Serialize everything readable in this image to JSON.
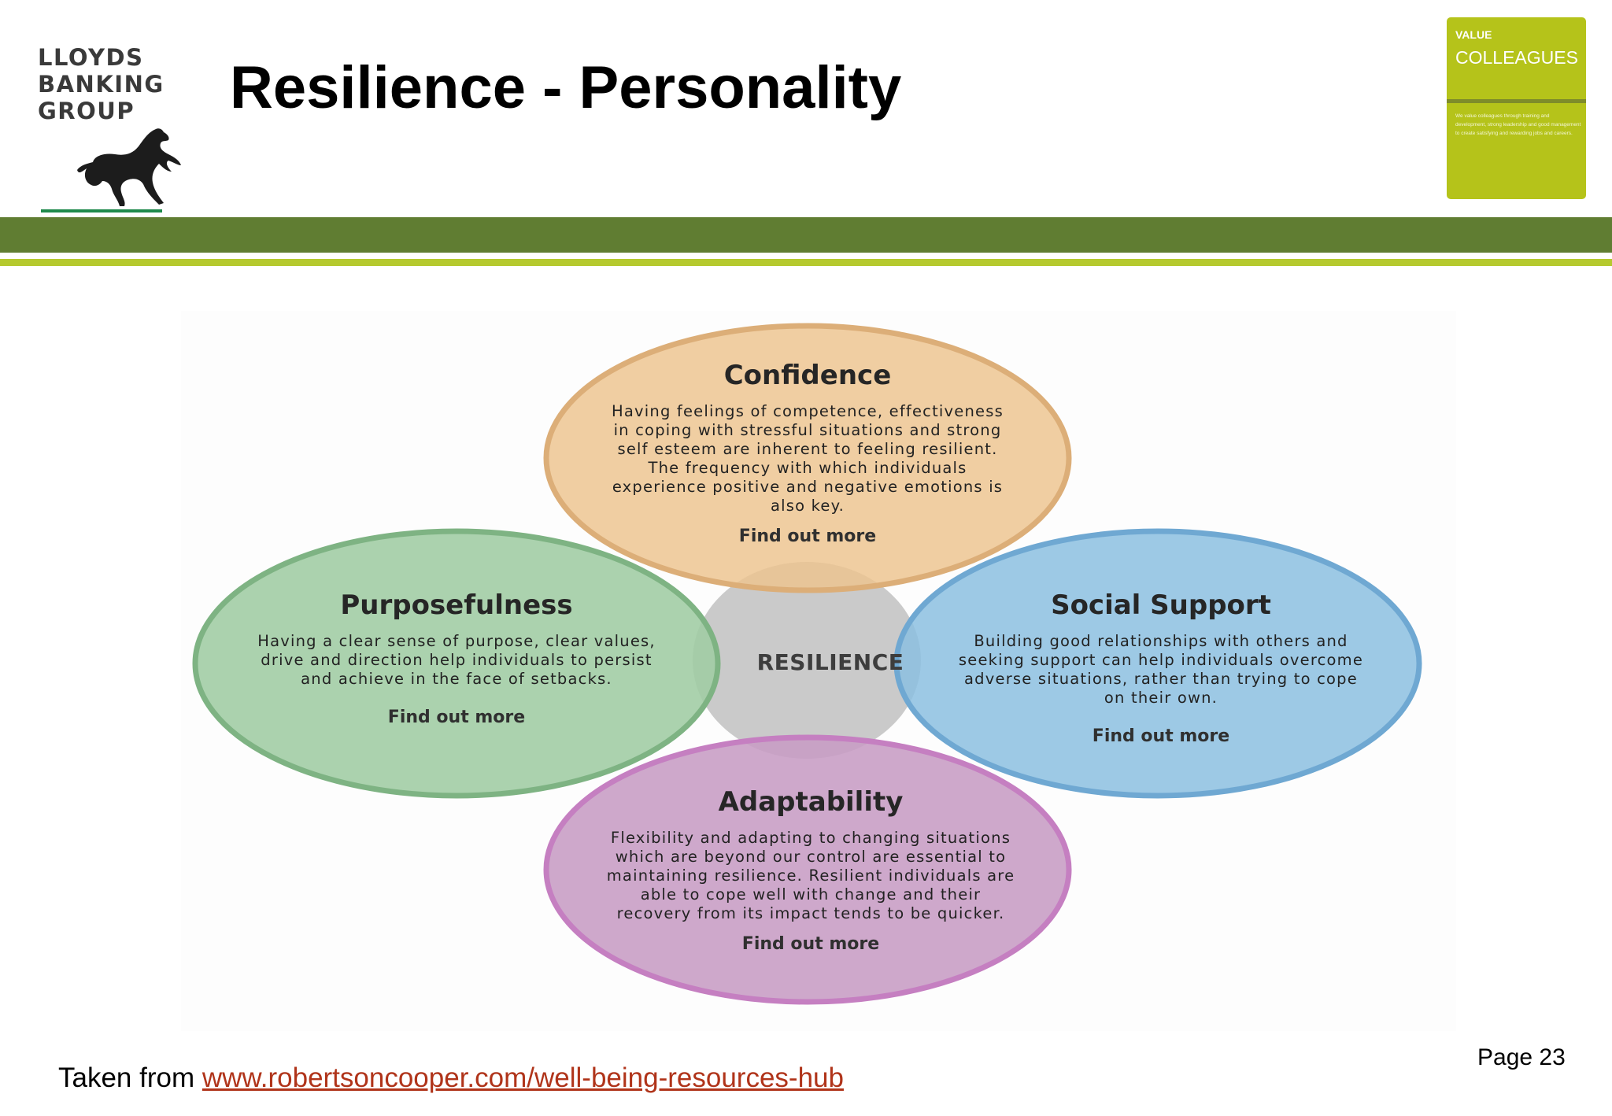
{
  "logo": {
    "line1": "LLOYDS",
    "line2": "BANKING",
    "line3": "GROUP"
  },
  "title": "Resilience - Personality",
  "value_card": {
    "label": "VALUE",
    "title": "COLLEAGUES",
    "fine_print": "We value colleagues through training and development, strong leadership and good management to create satisfying and rewarding jobs and careers."
  },
  "diagram": {
    "center": "RESILIENCE",
    "confidence": {
      "title": "Confidence",
      "body": "Having feelings of competence, effectiveness in coping with stressful situations and strong self esteem are inherent to feeling resilient. The frequency with which individuals experience positive and negative emotions is also key.",
      "link": "Find out more"
    },
    "purposefulness": {
      "title": "Purposefulness",
      "body": "Having a clear sense of purpose, clear values, drive and direction help individuals to persist and achieve in the face of setbacks.",
      "link": "Find out more"
    },
    "social_support": {
      "title": "Social Support",
      "body": "Building good relationships with others and seeking support can help individuals overcome adverse situations, rather than trying to cope on their own.",
      "link": "Find out more"
    },
    "adaptability": {
      "title": "Adaptability",
      "body": "Flexibility and adapting to changing situations which are beyond our control are essential to maintaining resilience. Resilient individuals are able to cope well with change and their recovery from its impact tends to be quicker.",
      "link": "Find out more"
    }
  },
  "footer": {
    "source_prefix": "Taken from ",
    "source_link": "www.robertsoncooper.com/well-being-resources-hub",
    "page": "Page 23"
  },
  "colors": {
    "header_band": "#607d32",
    "header_stripe": "#b5c92e",
    "value_card": "#b5c31a",
    "confidence": "#edc38e",
    "purposefulness": "#9fcca3",
    "social_support": "#8cbfe0",
    "adaptability": "#c79cc4",
    "center": "#c8c8c8",
    "link": "#b0341a"
  }
}
